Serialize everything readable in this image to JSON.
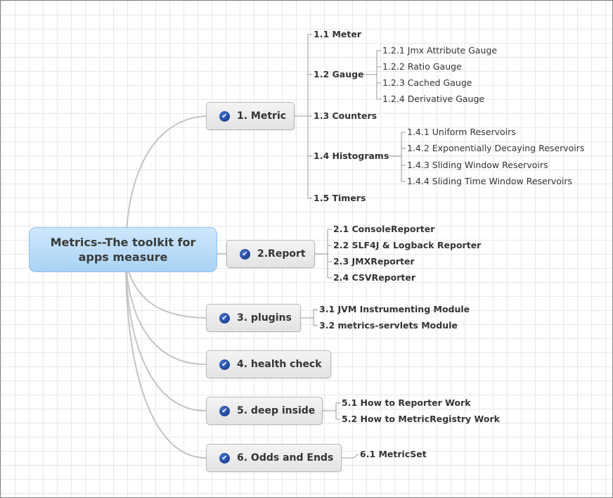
{
  "root": {
    "line1": "Metrics--The toolkit for",
    "line2": "apps measure"
  },
  "topics": [
    {
      "label": "1. Metric",
      "checked": true
    },
    {
      "label": "2.Report",
      "checked": true
    },
    {
      "label": "3. plugins",
      "checked": true
    },
    {
      "label": "4. health check",
      "checked": true
    },
    {
      "label": "5. deep inside",
      "checked": true
    },
    {
      "label": "6. Odds and Ends",
      "checked": true
    }
  ],
  "metric": {
    "meter": "1.1 Meter",
    "gauge": "1.2 Gauge",
    "gauge_children": [
      "1.2.1 Jmx Attribute Gauge",
      "1.2.2 Ratio Gauge",
      "1.2.3 Cached Gauge",
      "1.2.4 Derivative Gauge"
    ],
    "counters": "1.3 Counters",
    "histograms": "1.4 Histograms",
    "histogram_children": [
      "1.4.1 Uniform Reservoirs",
      "1.4.2 Exponentially Decaying Reservoirs",
      "1.4.3 Sliding Window Reservoirs",
      "1.4.4 Sliding Time Window Reservoirs"
    ],
    "timers": "1.5 Timers"
  },
  "report": [
    "2.1 ConsoleReporter",
    "2.2 SLF4J & Logback Reporter",
    "2.3 JMXReporter",
    "2.4 CSVReporter"
  ],
  "plugins": [
    "3.1 JVM Instrumenting Module",
    "3.2 metrics-servlets Module"
  ],
  "deep_inside": [
    "5.1 How to Reporter Work",
    "5.2 How to MetricRegistry Work"
  ],
  "odds_and_ends": [
    "6.1 MetricSet"
  ],
  "colors": {
    "check_icon": "#1d3f91",
    "root_fill": "#b5daf8",
    "connector": "#c8c8c8",
    "grid": "#e8e8e8"
  }
}
